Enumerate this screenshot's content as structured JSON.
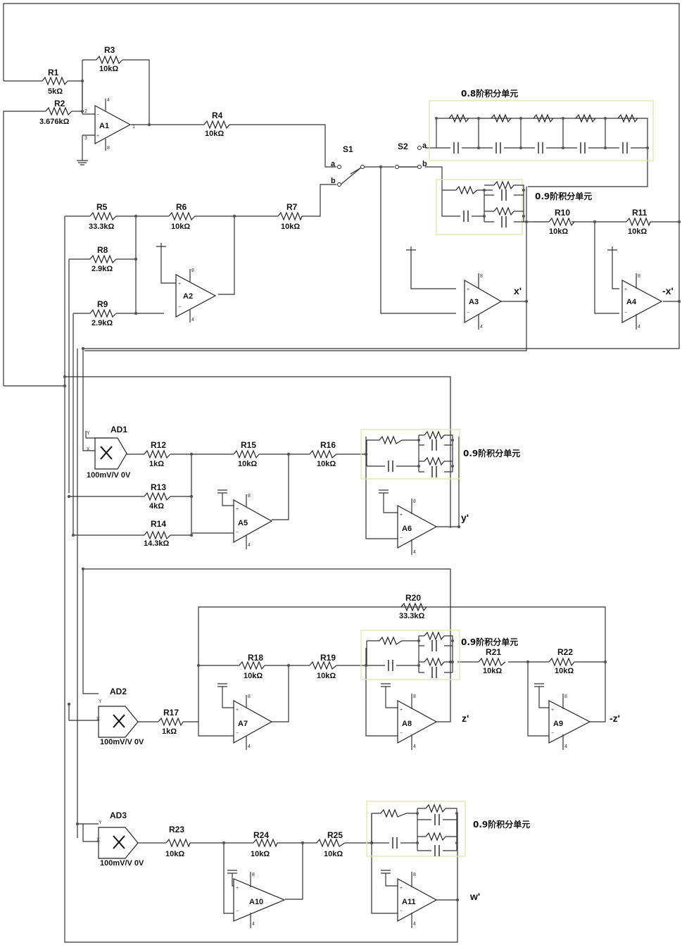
{
  "resistors": {
    "R1": {
      "name": "R1",
      "value": "5kΩ"
    },
    "R2": {
      "name": "R2",
      "value": "3.676kΩ"
    },
    "R3": {
      "name": "R3",
      "value": "10kΩ"
    },
    "R4": {
      "name": "R4",
      "value": "10kΩ"
    },
    "R5": {
      "name": "R5",
      "value": "33.3kΩ"
    },
    "R6": {
      "name": "R6",
      "value": "10kΩ"
    },
    "R7": {
      "name": "R7",
      "value": "10kΩ"
    },
    "R8": {
      "name": "R8",
      "value": "2.9kΩ"
    },
    "R9": {
      "name": "R9",
      "value": "2.9kΩ"
    },
    "R10": {
      "name": "R10",
      "value": "10kΩ"
    },
    "R11": {
      "name": "R11",
      "value": "10kΩ"
    },
    "R12": {
      "name": "R12",
      "value": "1kΩ"
    },
    "R13": {
      "name": "R13",
      "value": "4kΩ"
    },
    "R14": {
      "name": "R14",
      "value": "14.3kΩ"
    },
    "R15": {
      "name": "R15",
      "value": "10kΩ"
    },
    "R16": {
      "name": "R16",
      "value": "10kΩ"
    },
    "R17": {
      "name": "R17",
      "value": "1kΩ"
    },
    "R18": {
      "name": "R18",
      "value": "10kΩ"
    },
    "R19": {
      "name": "R19",
      "value": "10kΩ"
    },
    "R20": {
      "name": "R20",
      "value": "33.3kΩ"
    },
    "R21": {
      "name": "R21",
      "value": "10kΩ"
    },
    "R22": {
      "name": "R22",
      "value": "10kΩ"
    },
    "R23": {
      "name": "R23",
      "value": "10kΩ"
    },
    "R24": {
      "name": "R24",
      "value": "10kΩ"
    },
    "R25": {
      "name": "R25",
      "value": "10kΩ"
    }
  },
  "amps": {
    "A1": "A1",
    "A2": "A2",
    "A3": "A3",
    "A4": "A4",
    "A5": "A5",
    "A6": "A6",
    "A7": "A7",
    "A8": "A8",
    "A9": "A9",
    "A10": "A10",
    "A11": "A11"
  },
  "multipliers": {
    "AD1": {
      "name": "AD1",
      "spec": "100mV/V 0V"
    },
    "AD2": {
      "name": "AD2",
      "spec": "100mV/V 0V"
    },
    "AD3": {
      "name": "AD3",
      "spec": "100mV/V 0V"
    }
  },
  "switches": {
    "S1": {
      "name": "S1",
      "a": "a",
      "b": "b"
    },
    "S2": {
      "name": "S2",
      "a": "a",
      "b": "b"
    }
  },
  "units": {
    "u08": "0.8阶积分单元",
    "u09": "0.9阶积分单元"
  },
  "signals": {
    "x": "x'",
    "nx": "-x'",
    "y": "y'",
    "z": "z'",
    "nz": "-z'",
    "w": "w'"
  },
  "pins": {
    "p1": "1",
    "p2": "2",
    "p3": "3",
    "p4": "4",
    "p8": "8",
    "plus": "+",
    "minus": "−",
    "X": "X",
    "Y": "Y"
  }
}
